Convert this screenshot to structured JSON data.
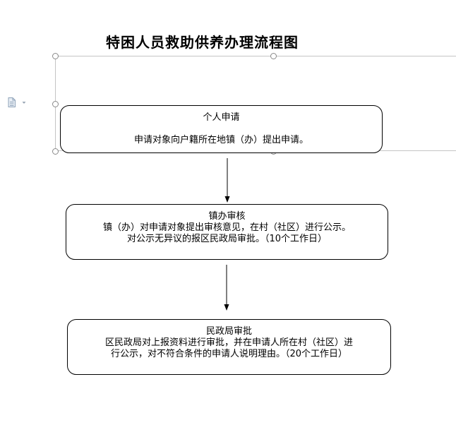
{
  "diagram": {
    "title": "特困人员救助供养办理流程图",
    "steps": [
      {
        "heading": "个人申请",
        "lines": [
          "申请对象向户籍所在地镇（办）提出申请。"
        ]
      },
      {
        "heading": "镇办审核",
        "lines": [
          "镇（办）对申请对象提出审核意见，在村（社区）进行公示。",
          "对公示无异议的报区民政局审批。（10个工作日）"
        ]
      },
      {
        "heading": "民政局审批",
        "lines": [
          "区民政局对上报资料进行审批，并在申请人所在村（社区）进",
          "行公示，对不符合条件的申请人说明理由。（20个工作日）"
        ]
      }
    ]
  },
  "icons": {
    "doc_icon": "document-icon",
    "dropdown": "caret-down-icon"
  }
}
